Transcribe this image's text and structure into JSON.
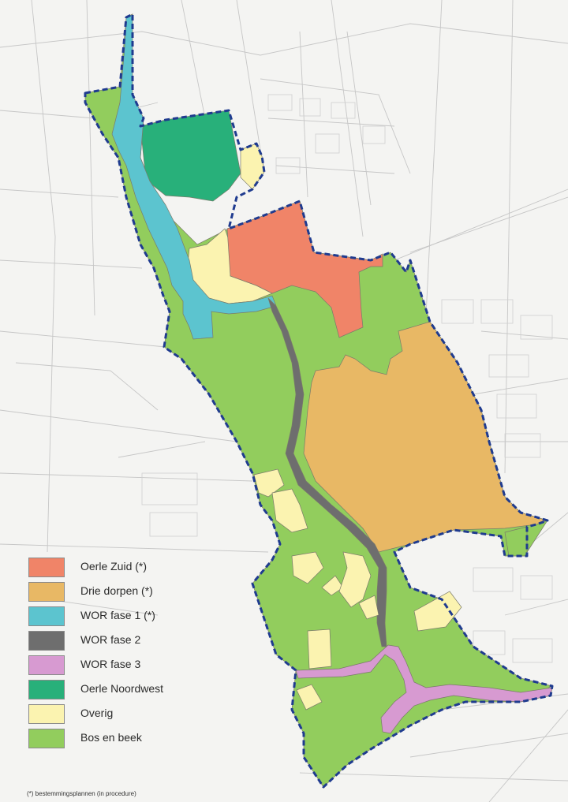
{
  "legend": {
    "items": [
      {
        "label": "Oerle Zuid (*)",
        "color": "#f08468"
      },
      {
        "label": "Drie dorpen (*)",
        "color": "#e8b865"
      },
      {
        "label": "WOR fase 1 (*)",
        "color": "#5cc4cf"
      },
      {
        "label": "WOR fase 2",
        "color": "#6e6e6e"
      },
      {
        "label": "WOR fase 3",
        "color": "#d79ad1"
      },
      {
        "label": "Oerle Noordwest",
        "color": "#28b07a"
      },
      {
        "label": "Overig",
        "color": "#fbf3b0"
      },
      {
        "label": "Bos en beek",
        "color": "#92cd5d"
      }
    ],
    "footnote": "(*) bestemmingsplannen (in procedure)"
  },
  "colors": {
    "boundary": "#1f3b8f",
    "background": "#f4f4f2",
    "streets": "#c4c4c4"
  }
}
